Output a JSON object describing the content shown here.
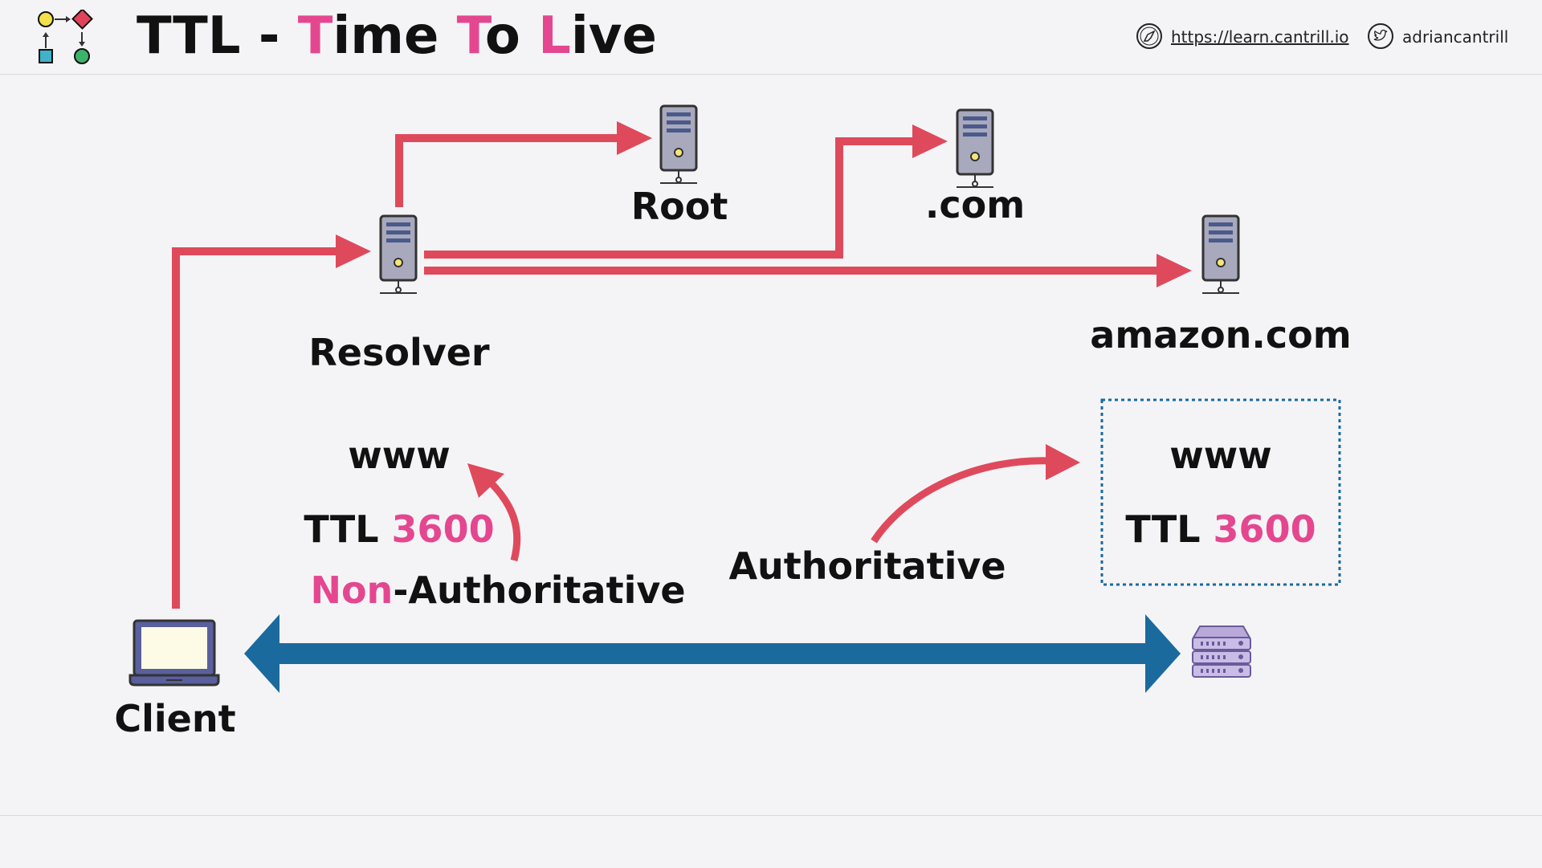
{
  "header": {
    "title_parts": [
      {
        "text": "TTL - ",
        "accent": false
      },
      {
        "text": "T",
        "accent": true
      },
      {
        "text": "ime ",
        "accent": false
      },
      {
        "text": "T",
        "accent": true
      },
      {
        "text": "o ",
        "accent": false
      },
      {
        "text": "L",
        "accent": true
      },
      {
        "text": "ive",
        "accent": false
      }
    ],
    "website": "https://learn.cantrill.io",
    "twitter": "adriancantrill",
    "website_icon": "compass-icon",
    "twitter_icon": "twitter-bird-icon"
  },
  "nodes": {
    "root": "Root",
    "com": ".com",
    "resolver": "Resolver",
    "amazon": "amazon.com",
    "client": "Client"
  },
  "cached_record": {
    "name": "www",
    "ttl_label": "TTL",
    "ttl_value": "3600",
    "status_prefix": "Non",
    "status_suffix": "-Authoritative"
  },
  "authoritative_record": {
    "name": "www",
    "ttl_label": "TTL",
    "ttl_value": "3600",
    "label": "Authoritative"
  },
  "colors": {
    "accent": "#e4478f",
    "query_arrow": "#de4a5c",
    "direct_arrow": "#1a6a9e",
    "dotted_box": "#1a6a9e",
    "server_body": "#a9a9bd"
  }
}
